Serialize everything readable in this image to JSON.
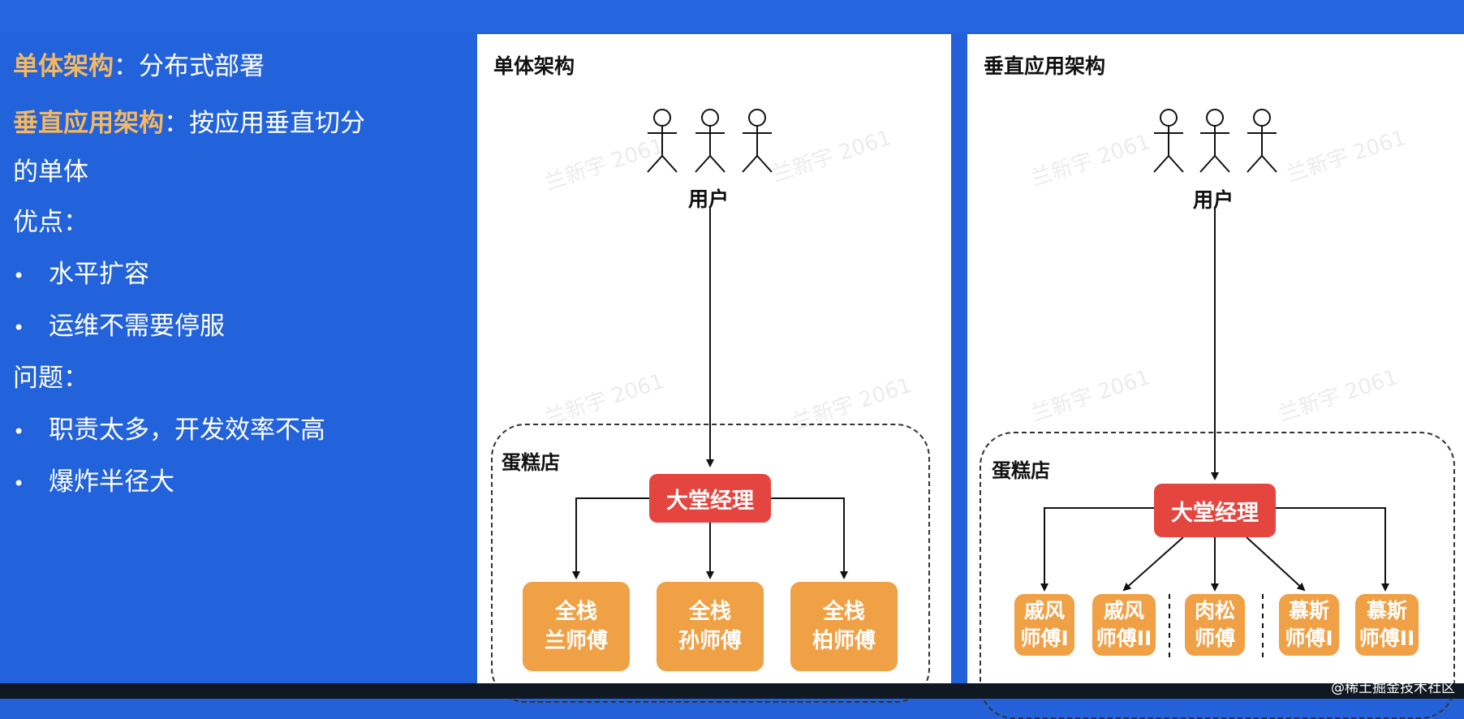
{
  "left": {
    "line1_hl": "单体架构",
    "line1_rest": "：分布式部署",
    "line2_hl": "垂直应用架构",
    "line2_rest": "：按应用垂直切分",
    "line3": "的单体",
    "pros_title": "优点：",
    "pros": [
      "水平扩容",
      "运维不需要停服"
    ],
    "cons_title": "问题：",
    "cons": [
      "职责太多，开发效率不高",
      "爆炸半径大"
    ],
    "bullet": "•"
  },
  "panel1": {
    "title": "单体架构",
    "user_label": "用户",
    "store_label": "蛋糕店",
    "manager": "大堂经理",
    "chefs": [
      {
        "line1": "全栈",
        "line2": "兰师傅"
      },
      {
        "line1": "全栈",
        "line2": "孙师傅"
      },
      {
        "line1": "全栈",
        "line2": "柏师傅"
      }
    ]
  },
  "panel2": {
    "title": "垂直应用架构",
    "user_label": "用户",
    "store_label": "蛋糕店",
    "manager": "大堂经理",
    "chefs": [
      {
        "line1": "戚风",
        "line2": "师傅I"
      },
      {
        "line1": "戚风",
        "line2": "师傅II"
      },
      {
        "line1": "肉松",
        "line2": "师傅"
      },
      {
        "line1": "慕斯",
        "line2": "师傅I"
      },
      {
        "line1": "慕斯",
        "line2": "师傅II"
      }
    ]
  },
  "watermark": "兰新宇 2061",
  "attribution": "@稀土掘金技术社区",
  "colors": {
    "background": "#2461d8",
    "highlight": "#f4b860",
    "manager": "#e5453f",
    "chef": "#f0a045"
  }
}
